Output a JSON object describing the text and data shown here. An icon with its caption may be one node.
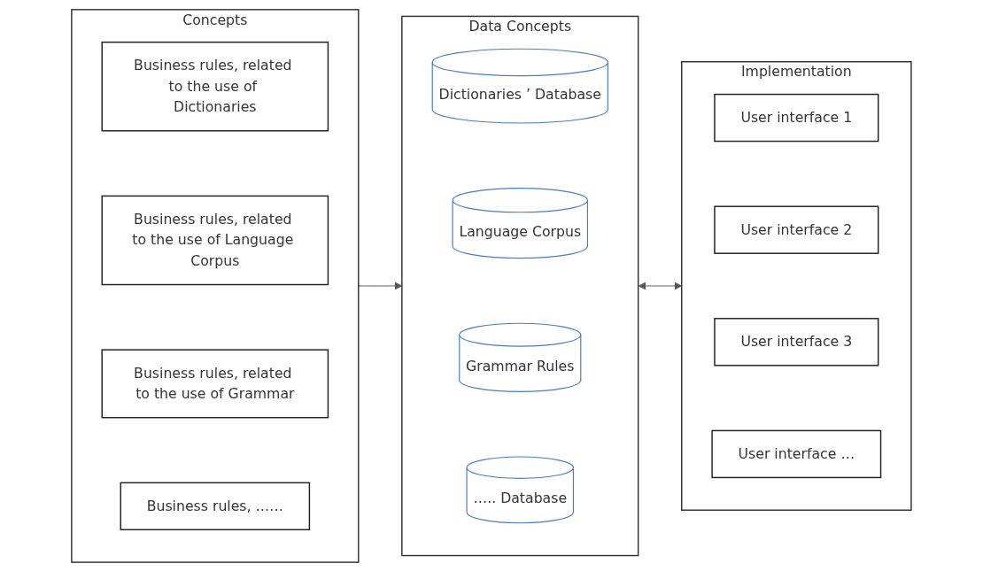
{
  "diagram": {
    "nodes": [
      {
        "text": [
          "Concepts"
        ]
      },
      {
        "text": [
          "Business rules, related to the use of Dictionaries"
        ],
        "in": 0
      },
      {
        "text": [
          "Business rules, related to the use of Language Corpus"
        ],
        "in": 0
      },
      {
        "text": [
          "Business rules, related to the use of Grammar"
        ],
        "in": 0
      },
      {
        "text": [
          "Business rules, ……"
        ],
        "in": 0
      },
      {
        "text": [
          "Data Concepts"
        ]
      },
      {
        "text": [
          "Dictionaries ’ Database"
        ],
        "in": 5
      },
      {
        "text": [
          "Language Corpus"
        ],
        "in": 5
      },
      {
        "text": [
          "Grammar Rules"
        ],
        "in": 5
      },
      {
        "text": [
          "….. Database"
        ],
        "in": 5
      },
      {
        "text": [
          "Implementation"
        ]
      },
      {
        "text": [
          "User interface 1"
        ],
        "in": 10
      },
      {
        "text": [
          "User interface 2"
        ],
        "in": 10
      },
      {
        "text": [
          "User interface 3"
        ],
        "in": 10
      },
      {
        "text": [
          "User interface …"
        ],
        "in": 10
      }
    ],
    "edges": [
      {
        "from": 0,
        "to": 5,
        "arrow": "to"
      },
      {
        "from": 5,
        "to": 10,
        "arrow": "both"
      }
    ]
  }
}
